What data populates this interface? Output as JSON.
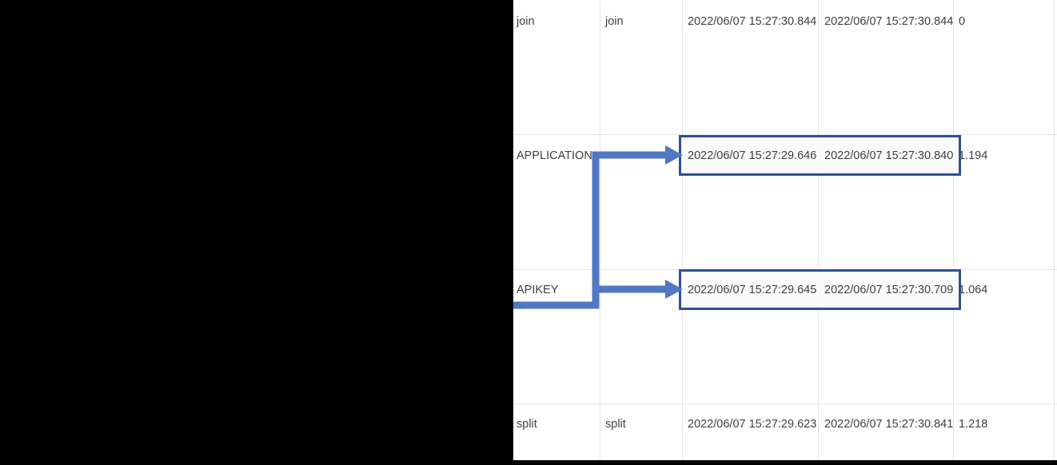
{
  "app": {
    "background_color": "#000000",
    "surface_color": "#ffffff",
    "gridline_color": "#e4e5e7",
    "text_color": "#3c4043",
    "connector_color": "#5278c4",
    "highlight_border_color": "#2f4f99",
    "highlight_fill_color": "#fafafa"
  },
  "table": {
    "columns": [
      {
        "key": "name",
        "label": ""
      },
      {
        "key": "type",
        "label": ""
      },
      {
        "key": "start_time",
        "label": ""
      },
      {
        "key": "end_time",
        "label": ""
      },
      {
        "key": "duration",
        "label": ""
      }
    ],
    "rows": [
      {
        "name": "join",
        "type": "join",
        "start_time": "2022/06/07 15:27:30.844",
        "end_time": "2022/06/07 15:27:30.844",
        "duration": "0",
        "highlighted": false
      },
      {
        "name": "APPLICATION",
        "type": "",
        "start_time": "2022/06/07 15:27:29.646",
        "end_time": "2022/06/07 15:27:30.840",
        "duration": "1.194",
        "highlighted": true
      },
      {
        "name": "APIKEY",
        "type": "",
        "start_time": "2022/06/07 15:27:29.645",
        "end_time": "2022/06/07 15:27:30.709",
        "duration": "1.064",
        "highlighted": true
      },
      {
        "name": "split",
        "type": "split",
        "start_time": "2022/06/07 15:27:29.623",
        "end_time": "2022/06/07 15:27:30.841",
        "duration": "1.218",
        "highlighted": false
      }
    ]
  },
  "connector": {
    "label": "branch-connector",
    "description": "blue elbow connector entering from the left and branching into two right-pointing arrows"
  }
}
